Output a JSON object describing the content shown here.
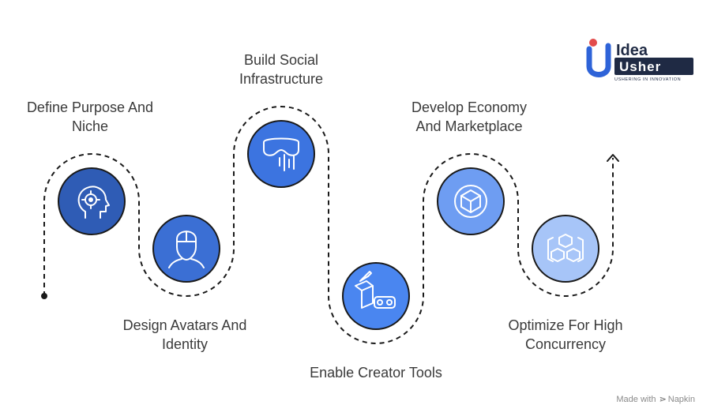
{
  "steps": [
    {
      "line1": "Define Purpose And",
      "line2": "Niche",
      "icon": "target-head-icon",
      "color": "#2f5cb5"
    },
    {
      "line1": "Design Avatars And",
      "line2": "Identity",
      "icon": "avatar-icon",
      "color": "#3b6fd4"
    },
    {
      "line1": "Build Social",
      "line2": "Infrastructure",
      "icon": "vr-headset-icon",
      "color": "#3c74e0"
    },
    {
      "line1": "Enable Creator Tools",
      "line2": "",
      "icon": "creator-tools-icon",
      "color": "#4a86f0"
    },
    {
      "line1": "Develop Economy",
      "line2": "And Marketplace",
      "icon": "cube-market-icon",
      "color": "#6e9df2"
    },
    {
      "line1": "Optimize For High",
      "line2": "Concurrency",
      "icon": "network-cubes-icon",
      "color": "#a7c5f8"
    }
  ],
  "logo": {
    "word1": "Idea",
    "word2": "Usher",
    "tagline": "USHERING IN INNOVATION",
    "accent": "#2e63d8",
    "dark": "#1f2a44"
  },
  "footer": {
    "prefix": "Made with",
    "brand": "Napkin"
  }
}
